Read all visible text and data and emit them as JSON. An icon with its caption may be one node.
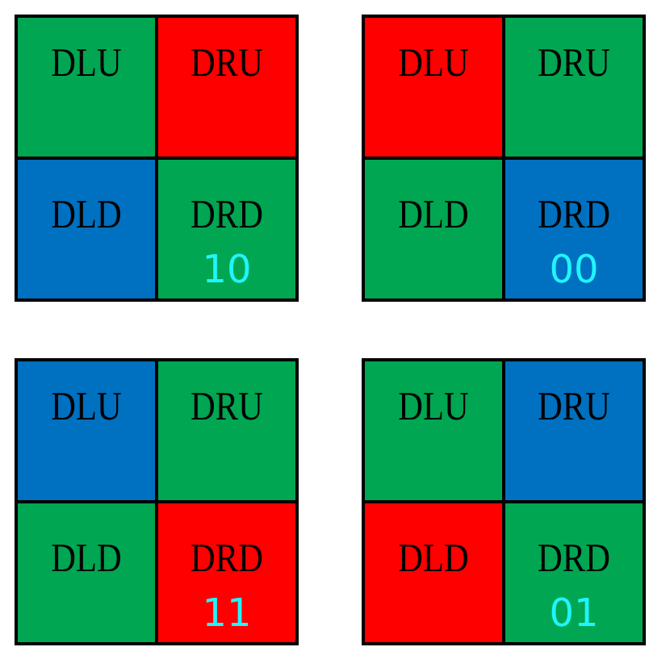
{
  "diagram": {
    "nodes": [
      {
        "text": [],
        "shape": "box"
      },
      {
        "text": [
          "DLU"
        ],
        "in": 0
      },
      {
        "text": [
          "DRU"
        ],
        "in": 0
      },
      {
        "text": [
          "DLD"
        ],
        "in": 0
      },
      {
        "text": [
          "DRD",
          "10"
        ],
        "in": 0
      },
      {
        "text": [],
        "shape": "box"
      },
      {
        "text": [
          "DLU"
        ],
        "in": 5
      },
      {
        "text": [
          "DRU"
        ],
        "in": 5
      },
      {
        "text": [
          "DLD"
        ],
        "in": 5
      },
      {
        "text": [
          "DRD",
          "00"
        ],
        "in": 5
      },
      {
        "text": [],
        "shape": "box"
      },
      {
        "text": [
          "DLU"
        ],
        "in": 10
      },
      {
        "text": [
          "DRU"
        ],
        "in": 10
      },
      {
        "text": [
          "DLD"
        ],
        "in": 10
      },
      {
        "text": [
          "DRD",
          "11"
        ],
        "in": 10
      },
      {
        "text": [],
        "shape": "box"
      },
      {
        "text": [
          "DLU"
        ],
        "in": 15
      },
      {
        "text": [
          "DRU"
        ],
        "in": 15
      },
      {
        "text": [
          "DLD"
        ],
        "in": 15
      },
      {
        "text": [
          "DRD",
          "01"
        ],
        "in": 15
      }
    ]
  }
}
